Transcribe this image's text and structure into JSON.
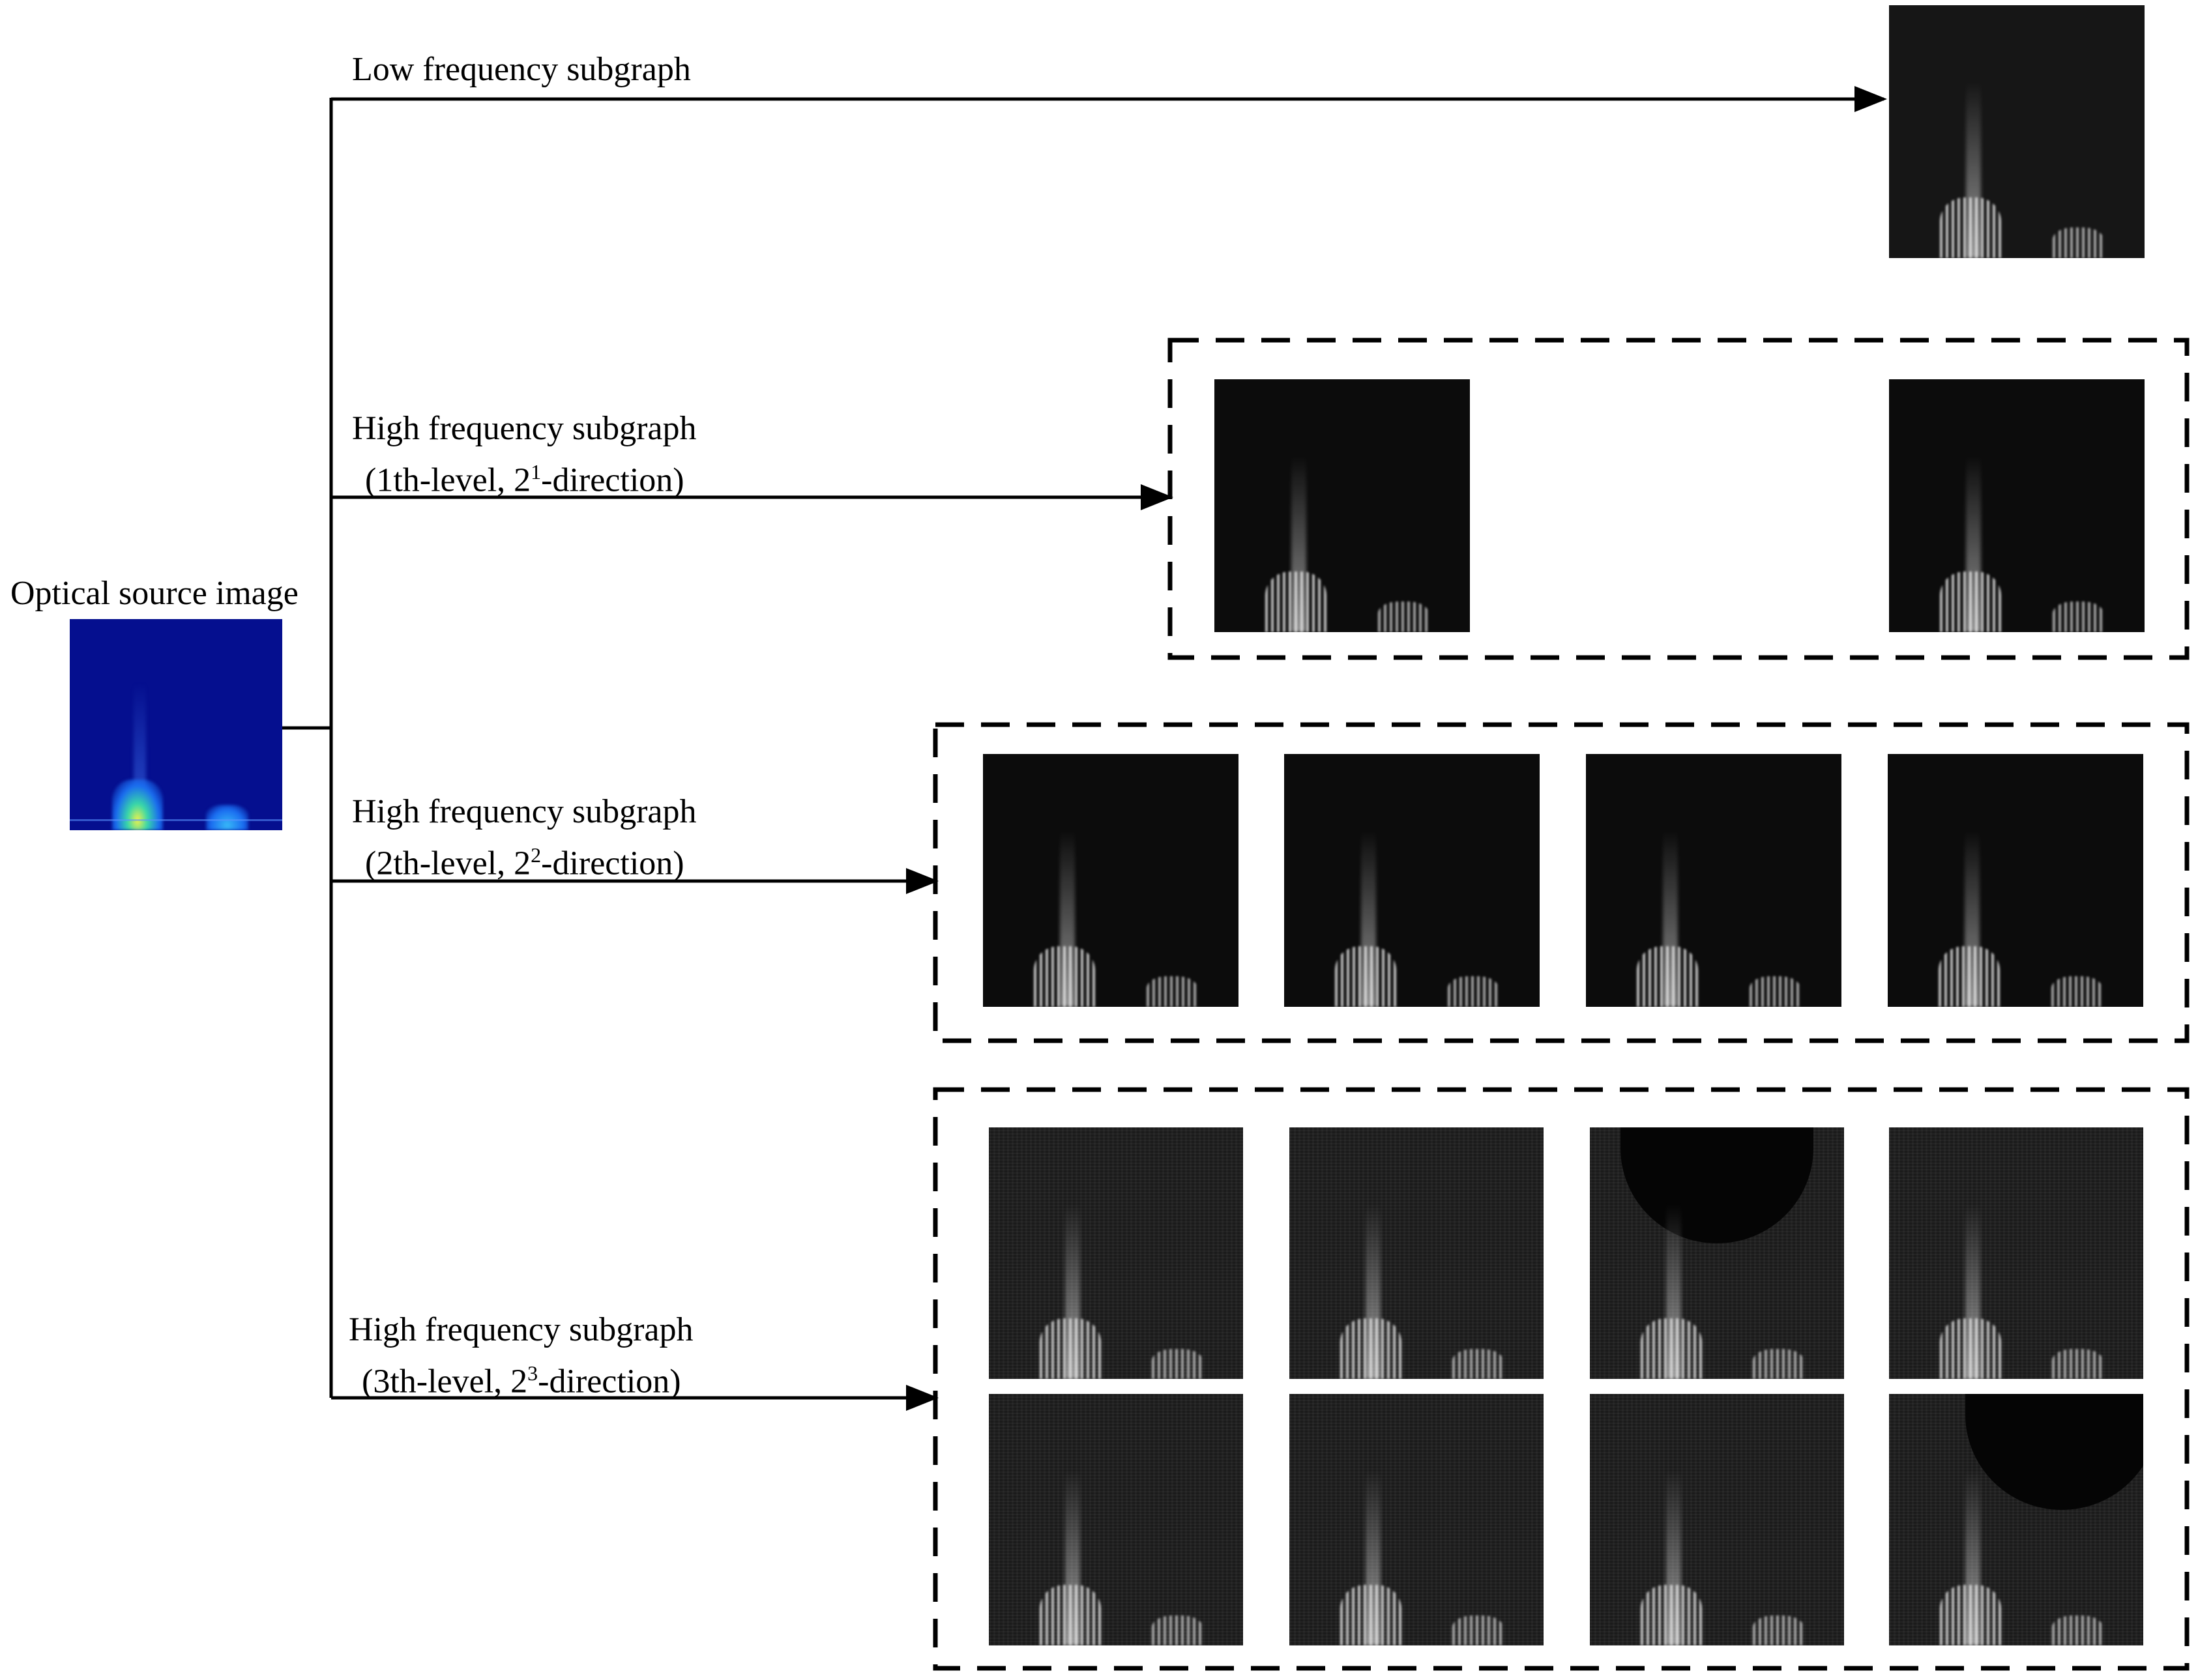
{
  "source": {
    "label": "Optical source image",
    "colormap": [
      "#050f8f",
      "#1a6cf0",
      "#38d8a8",
      "#f2f24a"
    ]
  },
  "branches": [
    {
      "id": "low",
      "line1": "Low frequency subgraph",
      "line2": "",
      "image_count": 1,
      "dashed_group": false
    },
    {
      "id": "level1",
      "line1": "High frequency subgraph",
      "line2_prefix": "(1th-level, 2",
      "line2_sup": "1",
      "line2_suffix": "-direction)",
      "image_count": 2,
      "dashed_group": true
    },
    {
      "id": "level2",
      "line1": "High frequency subgraph",
      "line2_prefix": "(2th-level, 2",
      "line2_sup": "2",
      "line2_suffix": "-direction)",
      "image_count": 4,
      "dashed_group": true
    },
    {
      "id": "level3",
      "line1": "High frequency subgraph",
      "line2_prefix": "(3th-level, 2",
      "line2_sup": "3",
      "line2_suffix": "-direction)",
      "image_count": 8,
      "dashed_group": true
    }
  ],
  "colors": {
    "line": "#000000",
    "background": "#ffffff",
    "subband_image": "#0c0c0c"
  }
}
